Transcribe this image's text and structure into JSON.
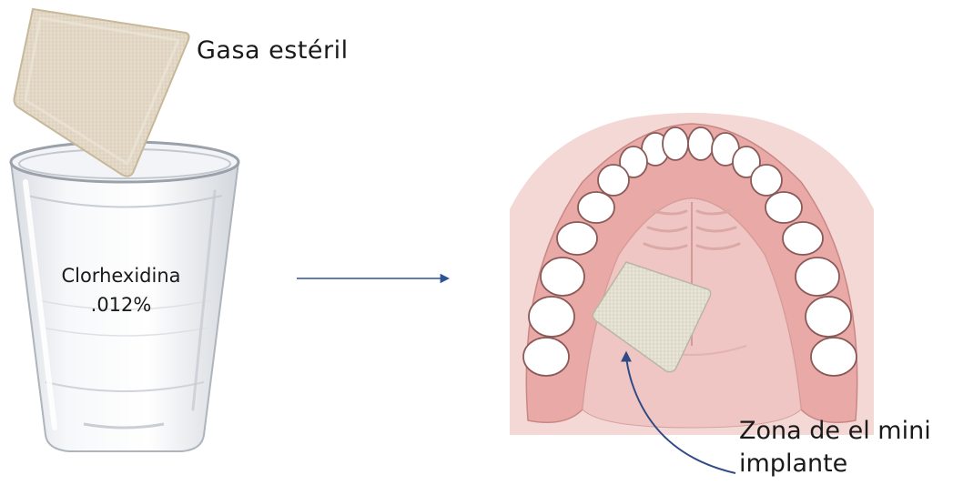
{
  "gauze_label": "Gasa estéril",
  "cup": {
    "line1": "Clorhexidina",
    "line2": ".012%"
  },
  "zone": {
    "line1": "Zona de el mini",
    "line2": "implante"
  },
  "colors": {
    "arrow": "#2f5496",
    "gum": "#e9a9a6",
    "palate": "#efc6c3",
    "tooth": "#ffffff",
    "tooth_outline": "#8a5a58",
    "gauze": "#e6ddcc"
  }
}
